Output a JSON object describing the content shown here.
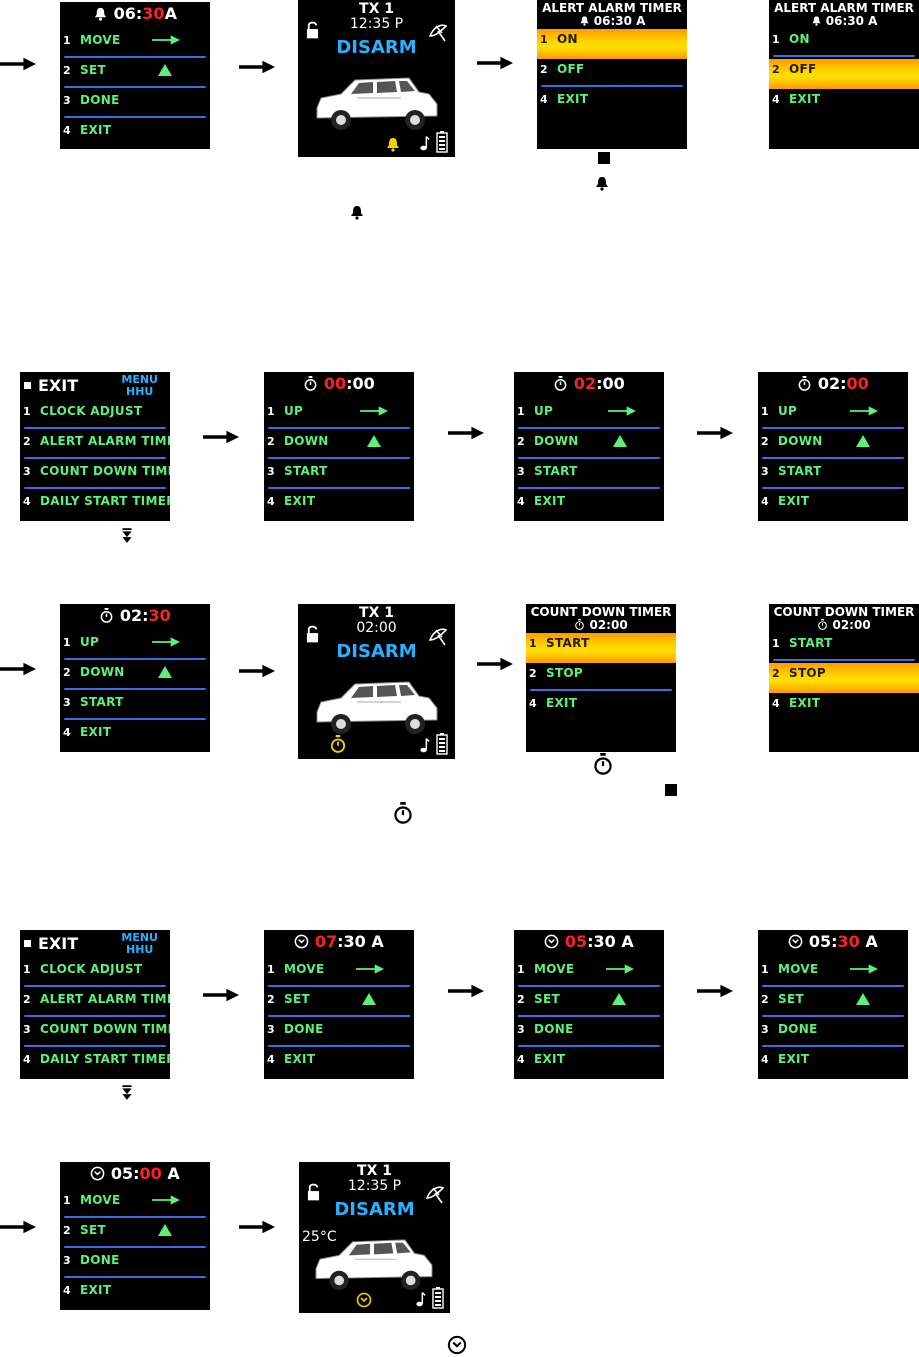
{
  "submenu": {
    "opt1": "MOVE",
    "opt2": "SET",
    "opt3": "DONE",
    "opt4": "EXIT",
    "up": "UP",
    "down": "DOWN",
    "start": "START"
  },
  "nums": {
    "n1": "1",
    "n2": "2",
    "n3": "3",
    "n4": "4"
  },
  "main": {
    "tx": "TX 1",
    "disarm": "DISARM",
    "time1": "12:35 P",
    "time2": "02:00",
    "temp": "25°C"
  },
  "menu": {
    "exit": "EXIT",
    "tag1": "MENU",
    "tag2": "HHU",
    "items": [
      "CLOCK ADJUST",
      "ALERT ALARM TIMER",
      "COUNT DOWN TIMER",
      "DAILY START TIMER"
    ]
  },
  "alert": {
    "title": "ALERT ALARM TIMER",
    "time": "06:30 A",
    "on": "ON",
    "off": "OFF",
    "exit": "EXIT"
  },
  "countdown": {
    "title": "COUNT DOWN TIMER",
    "time": "02:00",
    "start": "START",
    "stop": "STOP",
    "exit": "EXIT"
  },
  "headers": {
    "alarm": {
      "a": "06:",
      "b": "30",
      "c": "A"
    },
    "cd1": {
      "a": "",
      "b": "00",
      "c": ":00"
    },
    "cd2": {
      "a": "",
      "b": "02",
      "c": ":00"
    },
    "cd3": {
      "a": "02:",
      "b": "00",
      "c": ""
    },
    "cd4": {
      "a": "02:",
      "b": "30",
      "c": ""
    },
    "ck1": {
      "a": "",
      "b": "07",
      "c": ":30 A"
    },
    "ck2": {
      "a": "",
      "b": "05",
      "c": ":30 A"
    },
    "ck3": {
      "a": "05:",
      "b": "30",
      "c": " A"
    },
    "ck4": {
      "a": "05:",
      "b": "00",
      "c": " A"
    }
  },
  "colors": {
    "menu_text": "#5ef07a",
    "separator": "#3a6ee0",
    "highlight": "#ffd200",
    "accent_red": "#ff2020",
    "disarm_blue": "#2ab0ff",
    "icon_yellow": "#f5d000"
  }
}
